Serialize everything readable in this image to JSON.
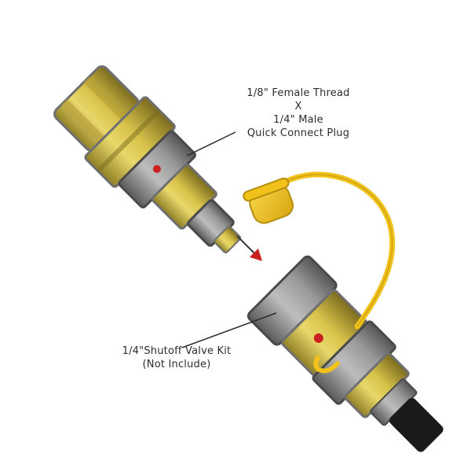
{
  "callouts": {
    "top": {
      "line1": "1/8\" Female Thread",
      "line2": "X",
      "line3": "1/4\" Male",
      "line4": "Quick Connect Plug"
    },
    "bottom": {
      "line1": "1/4\"Shutoff Valve Kit",
      "line2": "(Not Include)"
    }
  },
  "colors": {
    "brass": "#d8c24a",
    "brass_dark": "#8f7f25",
    "metal": "#9a9a9a",
    "metal_dark": "#5a5a5a",
    "cap_yellow": "#f2c21b",
    "accent_red": "#cc1f1f",
    "hose": "#1a1a1a"
  }
}
